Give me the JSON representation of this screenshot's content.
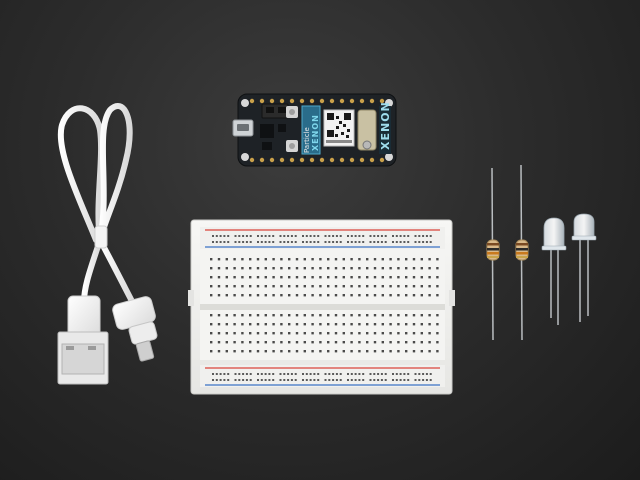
{
  "board": {
    "brand_label": "Particle",
    "model_label": "XENON",
    "side_label": "XENON"
  },
  "colors": {
    "background": "#2a2a2a",
    "board_pcb": "#1e2226",
    "board_accent": "#4ea9c9",
    "breadboard": "#f2f2f0",
    "rail_red": "#d9433a",
    "rail_blue": "#3a72c4",
    "cable": "#f4f4f4"
  },
  "items": [
    {
      "name": "usb-cable",
      "description_icon": "usb-cable-icon"
    },
    {
      "name": "xenon-board",
      "description_icon": "microcontroller-icon"
    },
    {
      "name": "half-breadboard",
      "description_icon": "breadboard-icon"
    },
    {
      "name": "resistor",
      "description_icon": "resistor-icon"
    },
    {
      "name": "led",
      "description_icon": "led-icon"
    }
  ]
}
